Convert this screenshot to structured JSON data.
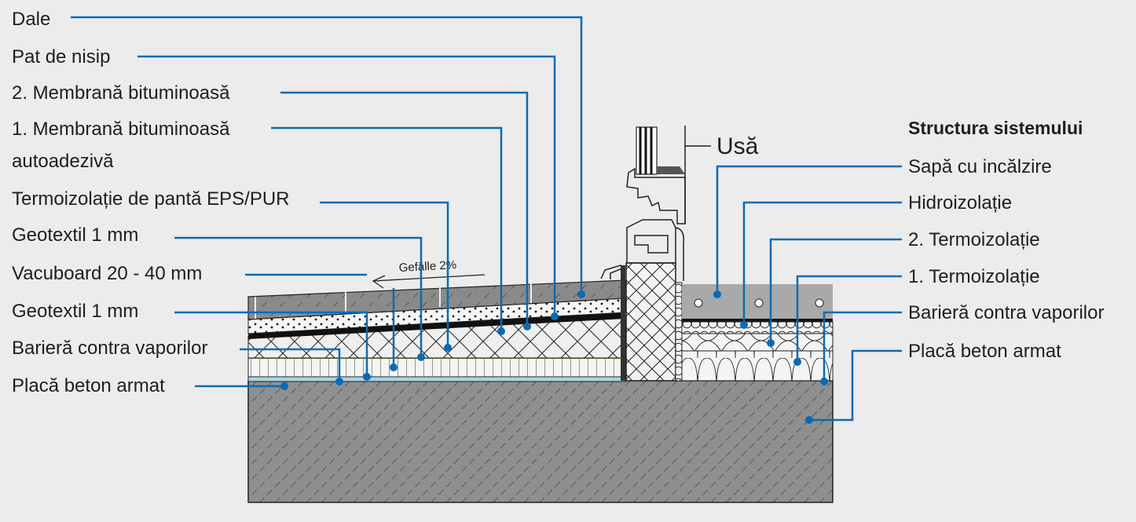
{
  "left_labels": {
    "dale": "Dale",
    "pat_nisip": "Pat de nisip",
    "membrana2": "2. Membrană bituminoasă",
    "membrana1_line1": "1. Membrană bituminoasă",
    "membrana1_line2": "autoadezivă",
    "termoizolatie_panta": "Termoizolație de pantă EPS/PUR",
    "geotextil_top": "Geotextil 1 mm",
    "vacuboard": "Vacuboard 20 - 40 mm",
    "geotextil_bottom": "Geotextil 1 mm",
    "bariera": "Barieră contra vaporilor",
    "placa": "Placă beton armat"
  },
  "slope_label": "Gefälle 2%",
  "door_label": "Usă",
  "right_panel": {
    "title": "Structura sistemului",
    "items": [
      "Sapă cu incălzire",
      "Hidroizolație",
      "2. Termoizolație",
      "1. Termoizolație",
      "Barieră contra vaporilor",
      "Placă beton armat"
    ]
  },
  "colors": {
    "leader": "#0a6ab4",
    "background": "#ececec",
    "concrete": "#8f8f8f",
    "screed": "#a9a9a9"
  }
}
